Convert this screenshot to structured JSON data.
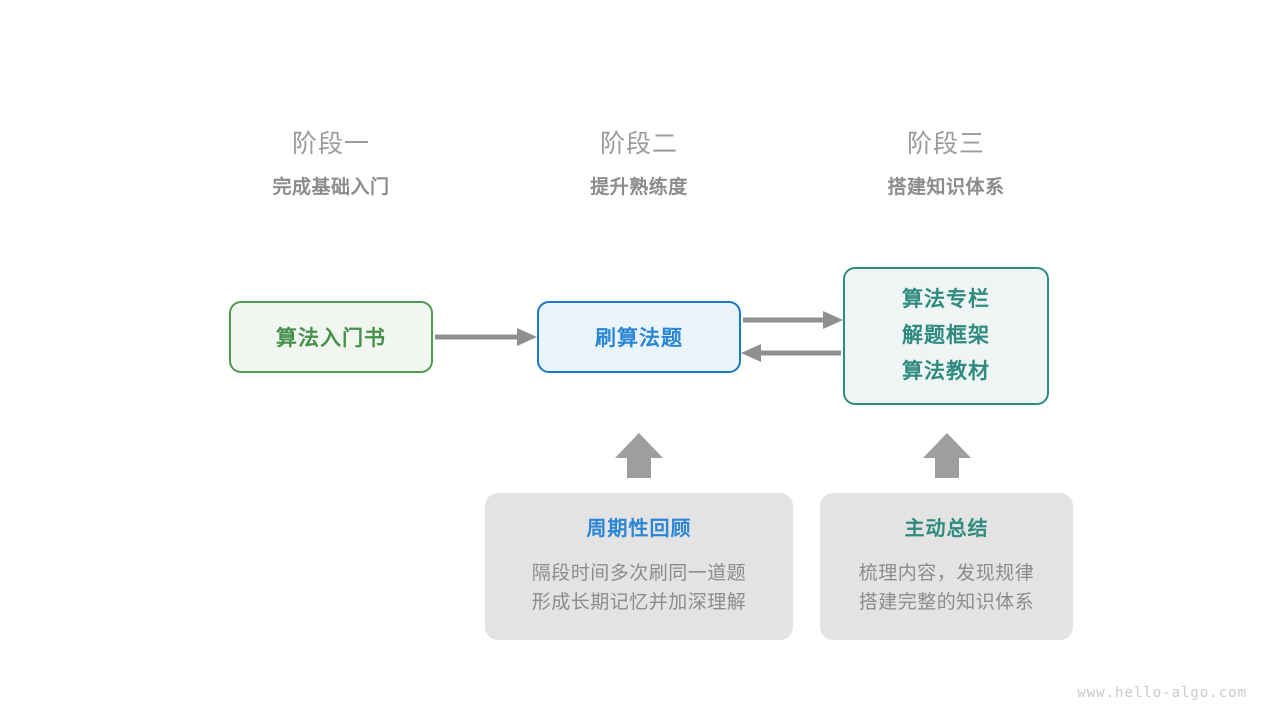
{
  "stages": [
    {
      "title": "阶段一",
      "subtitle": "完成基础入门"
    },
    {
      "title": "阶段二",
      "subtitle": "提升熟练度"
    },
    {
      "title": "阶段三",
      "subtitle": "搭建知识体系"
    }
  ],
  "nodes": {
    "book": {
      "label": "算法入门书"
    },
    "practice": {
      "label": "刷算法题"
    },
    "resources": {
      "line1": "算法专栏",
      "line2": "解题框架",
      "line3": "算法教材"
    }
  },
  "notes": [
    {
      "title": "周期性回顾",
      "line1": "隔段时间多次刷同一道题",
      "line2": "形成长期记忆并加深理解"
    },
    {
      "title": "主动总结",
      "line1": "梳理内容，发现规律",
      "line2": "搭建完整的知识体系"
    }
  ],
  "connectors": [
    {
      "name": "book-to-practice",
      "direction": "right"
    },
    {
      "name": "practice-to-resources",
      "direction": "right"
    },
    {
      "name": "resources-to-practice",
      "direction": "left"
    },
    {
      "name": "review-to-practice",
      "direction": "up"
    },
    {
      "name": "summary-to-resources",
      "direction": "up"
    }
  ],
  "watermark": "www.hello-algo.com",
  "colors": {
    "green": "#45914b",
    "green_border": "#4e9a51",
    "green_fill": "#f1f7f0",
    "blue": "#2b86d6",
    "blue_border": "#1a78c8",
    "blue_fill": "#eaf4fc",
    "teal": "#2f8b80",
    "teal_fill": "#eef5f4",
    "gray_card": "#e3e3e3",
    "gray_text": "#8c8c8c",
    "arrow": "#8f8f8f",
    "watermark": "#c9c9c9"
  }
}
